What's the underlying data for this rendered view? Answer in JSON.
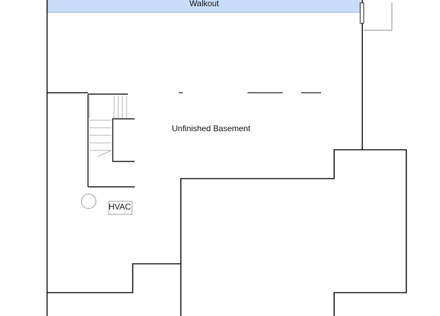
{
  "labels": {
    "walkout": "Walkout",
    "room": "Unfinished Basement",
    "hvac": "HVAC"
  },
  "colors": {
    "walkout_fill": "#c9dcf9",
    "wall": "#111111",
    "stair": "#9a9a9a",
    "background": "#ffffff"
  }
}
